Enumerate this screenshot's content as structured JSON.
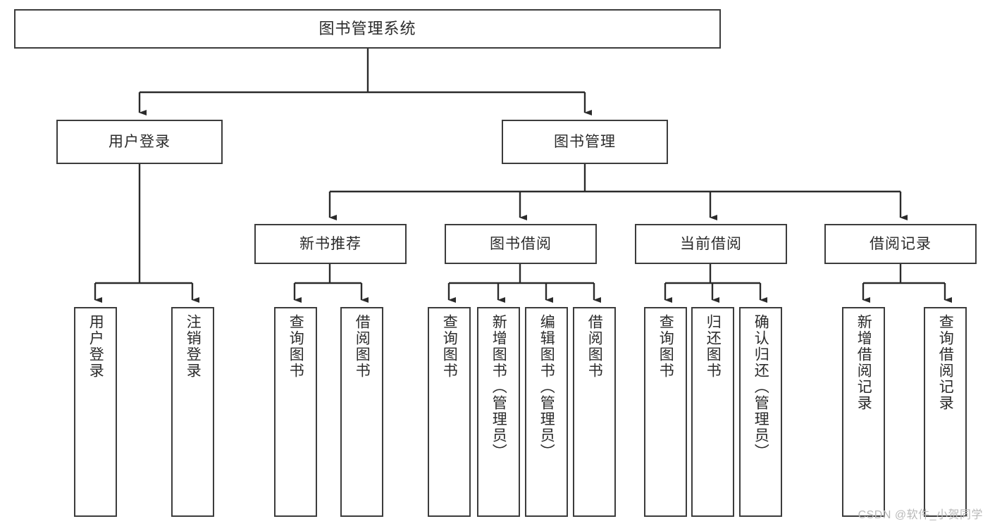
{
  "diagram": {
    "title": "图书管理系统",
    "type": "tree",
    "colors": {
      "box_border": "#3c3c3c",
      "box_fill": "#ffffff",
      "text": "#2b2b2b",
      "connector": "#2b2b2b",
      "watermark": "#b9b9b9",
      "background": "#ffffff"
    },
    "root": {
      "label": "图书管理系统"
    },
    "level2": [
      {
        "label": "用户登录"
      },
      {
        "label": "图书管理"
      }
    ],
    "level3": [
      {
        "label": "新书推荐"
      },
      {
        "label": "图书借阅"
      },
      {
        "label": "当前借阅"
      },
      {
        "label": "借阅记录"
      }
    ],
    "leaves": {
      "user_login": [
        {
          "label": "用户登录"
        },
        {
          "label": "注销登录"
        }
      ],
      "new_book_recommend": [
        {
          "label": "查询图书"
        },
        {
          "label": "借阅图书"
        }
      ],
      "book_borrow": [
        {
          "label": "查询图书"
        },
        {
          "label": "新增图书（管理员）"
        },
        {
          "label": "编辑图书（管理员）"
        },
        {
          "label": "借阅图书"
        }
      ],
      "current_borrow": [
        {
          "label": "查询图书"
        },
        {
          "label": "归还图书"
        },
        {
          "label": "确认归还（管理员）"
        }
      ],
      "borrow_record": [
        {
          "label": "新增借阅记录"
        },
        {
          "label": "查询借阅记录"
        }
      ]
    }
  },
  "watermark": {
    "text": "CSDN @软件_小贺同学"
  }
}
